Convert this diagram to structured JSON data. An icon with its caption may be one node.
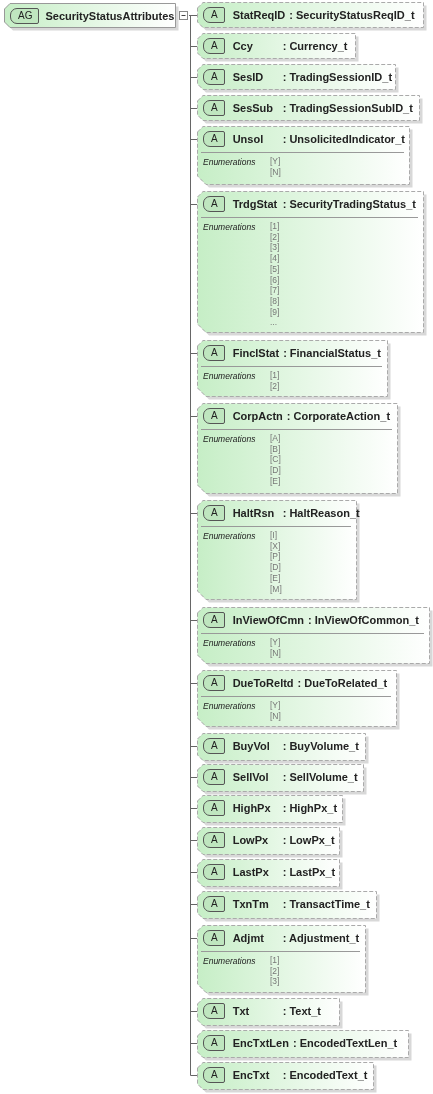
{
  "diagram": {
    "nodes": [
      {
        "text": [
          "AG",
          "SecurityStatusAttributes"
        ]
      },
      {
        "text": [
          "A",
          "StatReqID",
          ": SecurityStatusReqID_t"
        ]
      },
      {
        "text": [
          "A",
          "Ccy",
          ": Currency_t"
        ]
      },
      {
        "text": [
          "A",
          "SesID",
          ": TradingSessionID_t"
        ]
      },
      {
        "text": [
          "A",
          "SesSub",
          ": TradingSessionSubID_t"
        ]
      },
      {
        "text": [
          "A",
          "Unsol",
          ": UnsolicitedIndicator_t",
          "Enumerations",
          "[Y] [N]"
        ]
      },
      {
        "text": [
          "A",
          "TrdgStat",
          ": SecurityTradingStatus_t",
          "Enumerations",
          "[1] [2] [3] [4] [5] [6] [7] [8] [9] ..."
        ]
      },
      {
        "text": [
          "A",
          "FinclStat",
          ": FinancialStatus_t",
          "Enumerations",
          "[1] [2]"
        ]
      },
      {
        "text": [
          "A",
          "CorpActn",
          ": CorporateAction_t",
          "Enumerations",
          "[A] [B] [C] [D] [E]"
        ]
      },
      {
        "text": [
          "A",
          "HaltRsn",
          ": HaltReason_t",
          "Enumerations",
          "[I] [X] [P] [D] [E] [M]"
        ]
      },
      {
        "text": [
          "A",
          "InViewOfCmn",
          ": InViewOfCommon_t",
          "Enumerations",
          "[Y] [N]"
        ]
      },
      {
        "text": [
          "A",
          "DueToReltd",
          ": DueToRelated_t",
          "Enumerations",
          "[Y] [N]"
        ]
      },
      {
        "text": [
          "A",
          "BuyVol",
          ": BuyVolume_t"
        ]
      },
      {
        "text": [
          "A",
          "SellVol",
          ": SellVolume_t"
        ]
      },
      {
        "text": [
          "A",
          "HighPx",
          ": HighPx_t"
        ]
      },
      {
        "text": [
          "A",
          "LowPx",
          ": LowPx_t"
        ]
      },
      {
        "text": [
          "A",
          "LastPx",
          ": LastPx_t"
        ]
      },
      {
        "text": [
          "A",
          "TxnTm",
          ": TransactTime_t"
        ]
      },
      {
        "text": [
          "A",
          "Adjmt",
          ": Adjustment_t",
          "Enumerations",
          "[1] [2] [3]"
        ]
      },
      {
        "text": [
          "A",
          "Txt",
          ": Text_t"
        ]
      },
      {
        "text": [
          "A",
          "EncTxtLen",
          ": EncodedTextLen_t"
        ]
      },
      {
        "text": [
          "A",
          "EncTxt",
          ": EncodedText_t"
        ]
      }
    ],
    "edges": [
      {
        "from": 0,
        "to": 1,
        "arrow": "none"
      },
      {
        "from": 0,
        "to": 2,
        "arrow": "none"
      },
      {
        "from": 0,
        "to": 3,
        "arrow": "none"
      },
      {
        "from": 0,
        "to": 4,
        "arrow": "none"
      },
      {
        "from": 0,
        "to": 5,
        "arrow": "none"
      },
      {
        "from": 0,
        "to": 6,
        "arrow": "none"
      },
      {
        "from": 0,
        "to": 7,
        "arrow": "none"
      },
      {
        "from": 0,
        "to": 8,
        "arrow": "none"
      },
      {
        "from": 0,
        "to": 9,
        "arrow": "none"
      },
      {
        "from": 0,
        "to": 10,
        "arrow": "none"
      },
      {
        "from": 0,
        "to": 11,
        "arrow": "none"
      },
      {
        "from": 0,
        "to": 12,
        "arrow": "none"
      },
      {
        "from": 0,
        "to": 13,
        "arrow": "none"
      },
      {
        "from": 0,
        "to": 14,
        "arrow": "none"
      },
      {
        "from": 0,
        "to": 15,
        "arrow": "none"
      },
      {
        "from": 0,
        "to": 16,
        "arrow": "none"
      },
      {
        "from": 0,
        "to": 17,
        "arrow": "none"
      },
      {
        "from": 0,
        "to": 18,
        "arrow": "none"
      },
      {
        "from": 0,
        "to": 19,
        "arrow": "none"
      },
      {
        "from": 0,
        "to": 20,
        "arrow": "none"
      },
      {
        "from": 0,
        "to": 21,
        "arrow": "none"
      }
    ]
  }
}
